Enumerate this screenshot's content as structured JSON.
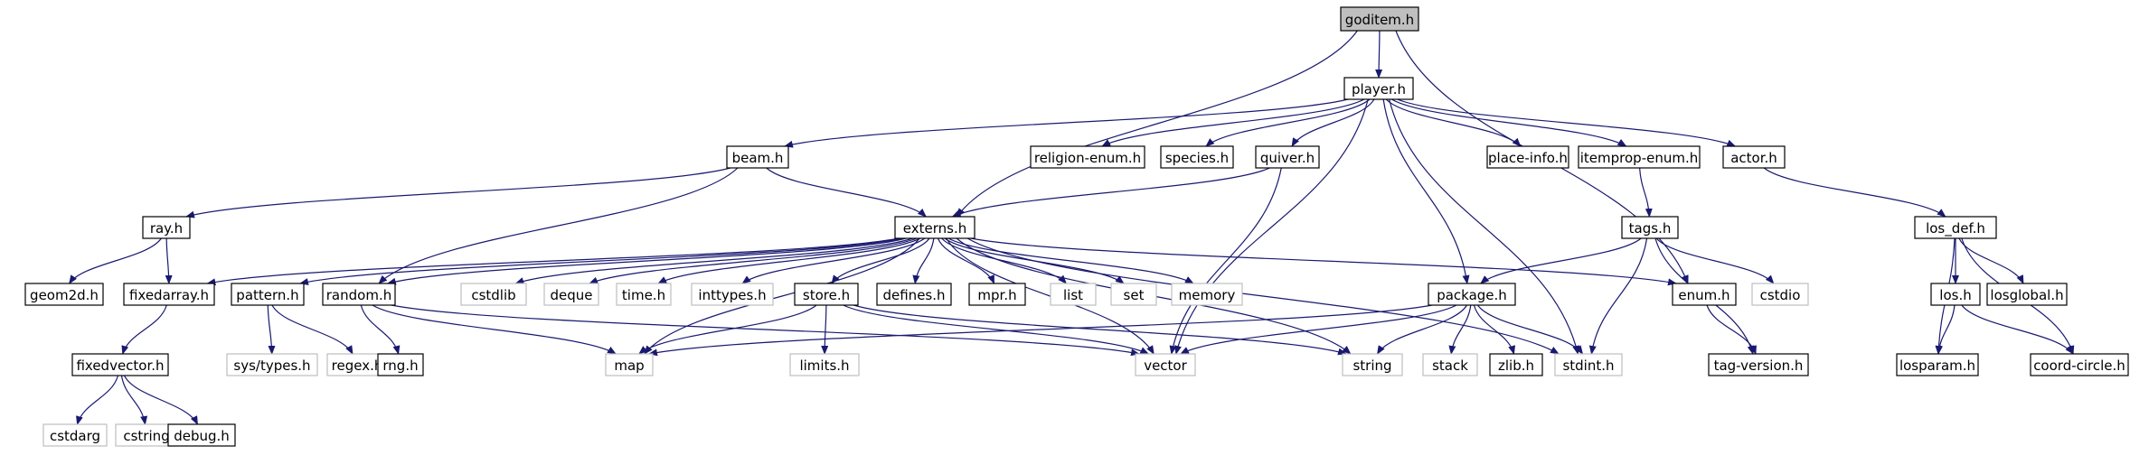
{
  "diagram": {
    "title": "",
    "colors": {
      "edge": "#191970",
      "root_fill": "#bfbfbf",
      "defined_border": "#000000",
      "undefined_border": "#bfbfbf",
      "node_fill": "#ffffff"
    },
    "nodes": [
      {
        "id": "goditem",
        "label": "goditem.h",
        "kind": "root"
      },
      {
        "id": "player",
        "label": "player.h",
        "kind": "defined"
      },
      {
        "id": "beam",
        "label": "beam.h",
        "kind": "defined"
      },
      {
        "id": "religion_enum",
        "label": "religion-enum.h",
        "kind": "defined"
      },
      {
        "id": "species",
        "label": "species.h",
        "kind": "defined"
      },
      {
        "id": "quiver",
        "label": "quiver.h",
        "kind": "defined"
      },
      {
        "id": "place_info",
        "label": "place-info.h",
        "kind": "defined"
      },
      {
        "id": "itemprop_enum",
        "label": "itemprop-enum.h",
        "kind": "defined"
      },
      {
        "id": "actor",
        "label": "actor.h",
        "kind": "defined"
      },
      {
        "id": "ray",
        "label": "ray.h",
        "kind": "defined"
      },
      {
        "id": "externs",
        "label": "externs.h",
        "kind": "defined"
      },
      {
        "id": "tags",
        "label": "tags.h",
        "kind": "defined"
      },
      {
        "id": "los_def",
        "label": "los_def.h",
        "kind": "defined"
      },
      {
        "id": "geom2d",
        "label": "geom2d.h",
        "kind": "defined"
      },
      {
        "id": "fixedarray",
        "label": "fixedarray.h",
        "kind": "defined"
      },
      {
        "id": "pattern",
        "label": "pattern.h",
        "kind": "defined"
      },
      {
        "id": "random",
        "label": "random.h",
        "kind": "defined"
      },
      {
        "id": "cstdlib",
        "label": "cstdlib",
        "kind": "system"
      },
      {
        "id": "deque",
        "label": "deque",
        "kind": "system"
      },
      {
        "id": "time",
        "label": "time.h",
        "kind": "system"
      },
      {
        "id": "inttypes",
        "label": "inttypes.h",
        "kind": "system"
      },
      {
        "id": "store",
        "label": "store.h",
        "kind": "defined"
      },
      {
        "id": "defines",
        "label": "defines.h",
        "kind": "defined"
      },
      {
        "id": "mpr",
        "label": "mpr.h",
        "kind": "defined"
      },
      {
        "id": "list",
        "label": "list",
        "kind": "system"
      },
      {
        "id": "set",
        "label": "set",
        "kind": "system"
      },
      {
        "id": "memory",
        "label": "memory",
        "kind": "system"
      },
      {
        "id": "package",
        "label": "package.h",
        "kind": "defined"
      },
      {
        "id": "enum",
        "label": "enum.h",
        "kind": "defined"
      },
      {
        "id": "cstdio",
        "label": "cstdio",
        "kind": "system"
      },
      {
        "id": "los",
        "label": "los.h",
        "kind": "defined"
      },
      {
        "id": "losglobal",
        "label": "losglobal.h",
        "kind": "defined"
      },
      {
        "id": "fixedvector",
        "label": "fixedvector.h",
        "kind": "defined"
      },
      {
        "id": "sys_types",
        "label": "sys/types.h",
        "kind": "system"
      },
      {
        "id": "regex",
        "label": "regex.h",
        "kind": "system"
      },
      {
        "id": "rng",
        "label": "rng.h",
        "kind": "defined"
      },
      {
        "id": "map",
        "label": "map",
        "kind": "system"
      },
      {
        "id": "limits",
        "label": "limits.h",
        "kind": "system"
      },
      {
        "id": "vector",
        "label": "vector",
        "kind": "system"
      },
      {
        "id": "string",
        "label": "string",
        "kind": "system"
      },
      {
        "id": "stack",
        "label": "stack",
        "kind": "system"
      },
      {
        "id": "zlib",
        "label": "zlib.h",
        "kind": "defined"
      },
      {
        "id": "stdint",
        "label": "stdint.h",
        "kind": "system"
      },
      {
        "id": "tag_version",
        "label": "tag-version.h",
        "kind": "defined"
      },
      {
        "id": "losparam",
        "label": "losparam.h",
        "kind": "defined"
      },
      {
        "id": "coord_circle",
        "label": "coord-circle.h",
        "kind": "defined"
      },
      {
        "id": "cstdarg",
        "label": "cstdarg",
        "kind": "system"
      },
      {
        "id": "cstring",
        "label": "cstring",
        "kind": "system"
      },
      {
        "id": "debug",
        "label": "debug.h",
        "kind": "defined"
      }
    ],
    "edges": [
      [
        "goditem",
        "player"
      ],
      [
        "goditem",
        "externs"
      ],
      [
        "goditem",
        "enum"
      ],
      [
        "player",
        "beam"
      ],
      [
        "player",
        "religion_enum"
      ],
      [
        "player",
        "species"
      ],
      [
        "player",
        "quiver"
      ],
      [
        "player",
        "place_info"
      ],
      [
        "player",
        "itemprop_enum"
      ],
      [
        "player",
        "actor"
      ],
      [
        "player",
        "package"
      ],
      [
        "player",
        "vector"
      ],
      [
        "player",
        "stdint"
      ],
      [
        "beam",
        "ray"
      ],
      [
        "beam",
        "externs"
      ],
      [
        "beam",
        "random"
      ],
      [
        "quiver",
        "externs"
      ],
      [
        "quiver",
        "vector"
      ],
      [
        "itemprop_enum",
        "tags"
      ],
      [
        "actor",
        "los_def"
      ],
      [
        "ray",
        "geom2d"
      ],
      [
        "ray",
        "fixedarray"
      ],
      [
        "externs",
        "fixedarray"
      ],
      [
        "externs",
        "pattern"
      ],
      [
        "externs",
        "random"
      ],
      [
        "externs",
        "cstdlib"
      ],
      [
        "externs",
        "deque"
      ],
      [
        "externs",
        "time"
      ],
      [
        "externs",
        "inttypes"
      ],
      [
        "externs",
        "store"
      ],
      [
        "externs",
        "defines"
      ],
      [
        "externs",
        "mpr"
      ],
      [
        "externs",
        "list"
      ],
      [
        "externs",
        "set"
      ],
      [
        "externs",
        "memory"
      ],
      [
        "externs",
        "enum"
      ],
      [
        "externs",
        "map"
      ],
      [
        "externs",
        "vector"
      ],
      [
        "externs",
        "string"
      ],
      [
        "externs",
        "stdint"
      ],
      [
        "tags",
        "package"
      ],
      [
        "tags",
        "cstdio"
      ],
      [
        "tags",
        "stdint"
      ],
      [
        "tags",
        "tag_version"
      ],
      [
        "los_def",
        "los"
      ],
      [
        "los_def",
        "losglobal"
      ],
      [
        "los_def",
        "losparam"
      ],
      [
        "los_def",
        "coord_circle"
      ],
      [
        "fixedarray",
        "fixedvector"
      ],
      [
        "pattern",
        "sys_types"
      ],
      [
        "pattern",
        "regex"
      ],
      [
        "random",
        "rng"
      ],
      [
        "random",
        "map"
      ],
      [
        "random",
        "vector"
      ],
      [
        "store",
        "map"
      ],
      [
        "store",
        "limits"
      ],
      [
        "store",
        "vector"
      ],
      [
        "store",
        "string"
      ],
      [
        "package",
        "map"
      ],
      [
        "package",
        "vector"
      ],
      [
        "package",
        "string"
      ],
      [
        "package",
        "stack"
      ],
      [
        "package",
        "zlib"
      ],
      [
        "package",
        "stdint"
      ],
      [
        "enum",
        "tag_version"
      ],
      [
        "los",
        "losparam"
      ],
      [
        "los",
        "coord_circle"
      ],
      [
        "fixedvector",
        "cstdarg"
      ],
      [
        "fixedvector",
        "cstring"
      ],
      [
        "fixedvector",
        "debug"
      ]
    ]
  }
}
